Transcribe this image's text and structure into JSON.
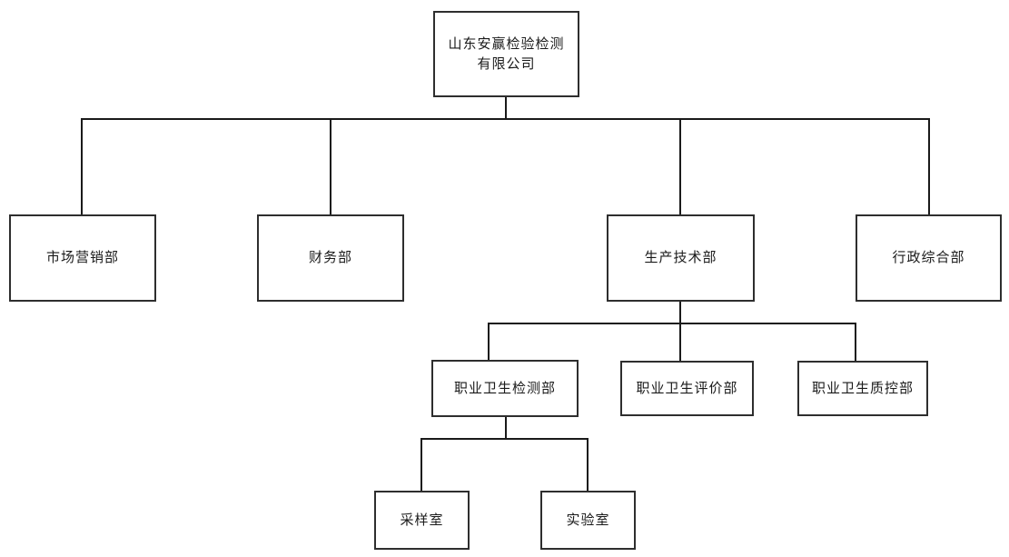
{
  "colors": {
    "background": "#ffffff",
    "box_border": "#2e2e2e",
    "connector_line": "#1a1a1a",
    "text": "#1a1a1a"
  },
  "org": {
    "root": {
      "label_lines": [
        "山东安赢检验检测",
        "有限公司"
      ]
    },
    "level2": [
      {
        "key": "marketing",
        "label": "市场营销部"
      },
      {
        "key": "finance",
        "label": "财务部"
      },
      {
        "key": "production",
        "label": "生产技术部"
      },
      {
        "key": "admin",
        "label": "行政综合部"
      }
    ],
    "production_children": [
      {
        "key": "testing",
        "label": "职业卫生检测部"
      },
      {
        "key": "evaluation",
        "label": "职业卫生评价部"
      },
      {
        "key": "quality",
        "label": "职业卫生质控部"
      }
    ],
    "testing_children": [
      {
        "key": "sampling",
        "label": "采样室"
      },
      {
        "key": "lab",
        "label": "实验室"
      }
    ]
  }
}
